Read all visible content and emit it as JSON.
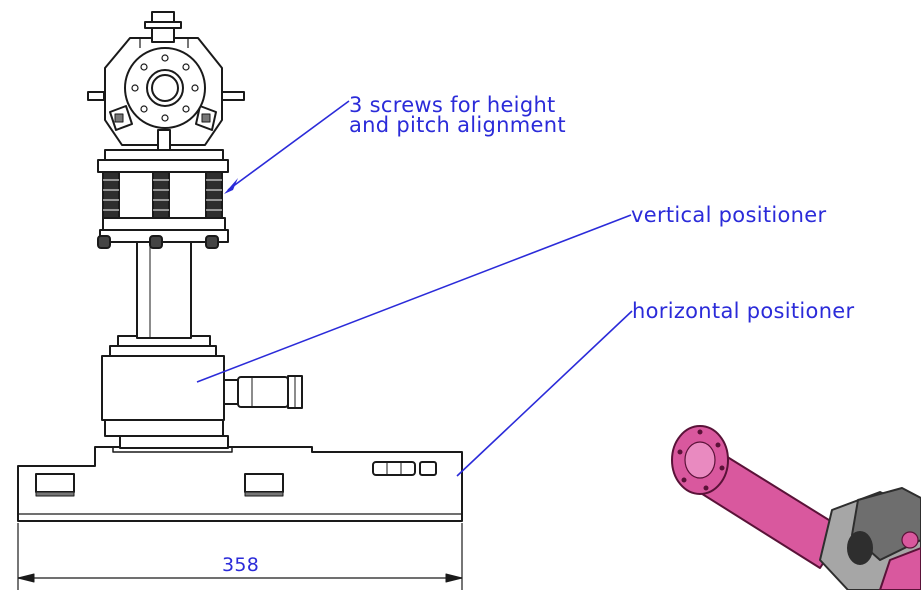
{
  "annotations": {
    "screws_line1": "3 screws for height",
    "screws_line2": "and pitch alignment",
    "vertical": "vertical positioner",
    "horizontal": "horizontal positioner"
  },
  "dimension": {
    "value": "358"
  },
  "colors": {
    "annotation": "#2b2bd9",
    "outline": "#1a1a1a",
    "part_fill": "#ffffff",
    "pink_part": "#d9589e",
    "dark_part": "#2e2e2e"
  }
}
